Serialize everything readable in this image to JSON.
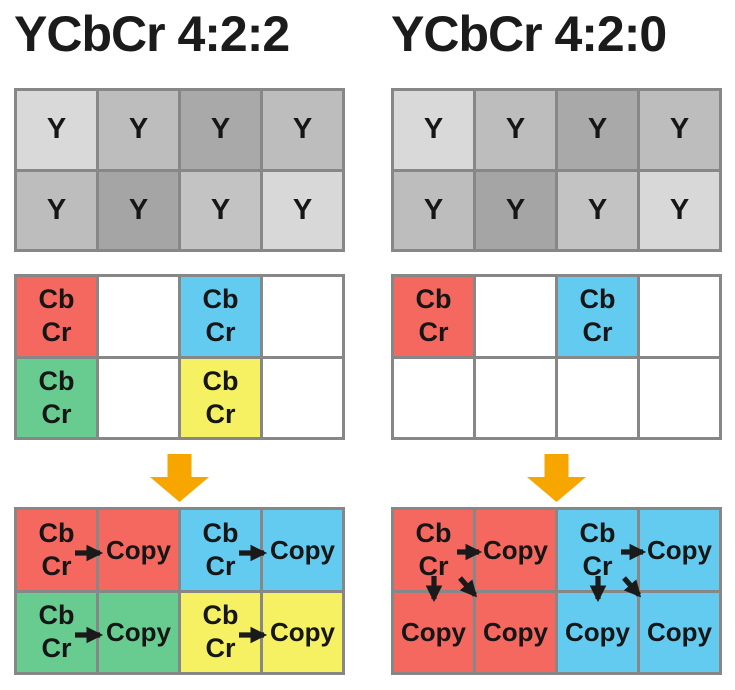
{
  "colors": {
    "red": "#F5685F",
    "cyan": "#63CBF0",
    "green": "#68CC90",
    "yellow": "#F5F163",
    "white": "#FFFFFF",
    "grid_border": "#878787",
    "downsample_arrow": "#F7A600",
    "copy_arrow": "#1A1A1A"
  },
  "panels": [
    {
      "title": "YCbCr 4:2:2",
      "y_grid": {
        "cells": [
          {
            "label": "Y",
            "color": "#D9D9D9"
          },
          {
            "label": "Y",
            "color": "#BDBDBD"
          },
          {
            "label": "Y",
            "color": "#A9A9A9"
          },
          {
            "label": "Y",
            "color": "#BDBDBD"
          },
          {
            "label": "Y",
            "color": "#BDBDBD"
          },
          {
            "label": "Y",
            "color": "#A5A5A5"
          },
          {
            "label": "Y",
            "color": "#C3C3C3"
          },
          {
            "label": "Y",
            "color": "#D8D8D8"
          }
        ]
      },
      "chroma_grid": {
        "cells": [
          {
            "line1": "Cb",
            "line2": "Cr",
            "color": "#F5685F"
          },
          {
            "line1": "",
            "line2": "",
            "color": "#FFFFFF"
          },
          {
            "line1": "Cb",
            "line2": "Cr",
            "color": "#63CBF0"
          },
          {
            "line1": "",
            "line2": "",
            "color": "#FFFFFF"
          },
          {
            "line1": "Cb",
            "line2": "Cr",
            "color": "#68CC90"
          },
          {
            "line1": "",
            "line2": "",
            "color": "#FFFFFF"
          },
          {
            "line1": "Cb",
            "line2": "Cr",
            "color": "#F5F163"
          },
          {
            "line1": "",
            "line2": "",
            "color": "#FFFFFF"
          }
        ]
      },
      "arrow": {
        "name": "downsample-arrow",
        "color": "#F7A600"
      },
      "result_grid": {
        "cells": [
          {
            "line1": "Cb",
            "line2": "Cr",
            "color": "#F5685F"
          },
          {
            "label": "Copy",
            "color": "#F5685F"
          },
          {
            "line1": "Cb",
            "line2": "Cr",
            "color": "#63CBF0"
          },
          {
            "label": "Copy",
            "color": "#63CBF0"
          },
          {
            "line1": "Cb",
            "line2": "Cr",
            "color": "#68CC90"
          },
          {
            "label": "Copy",
            "color": "#68CC90"
          },
          {
            "line1": "Cb",
            "line2": "Cr",
            "color": "#F5F163"
          },
          {
            "label": "Copy",
            "color": "#F5F163"
          }
        ],
        "arrows": [
          {
            "dir": "right"
          },
          {
            "dir": "right"
          },
          {
            "dir": "right"
          },
          {
            "dir": "right"
          }
        ]
      }
    },
    {
      "title": "YCbCr 4:2:0",
      "y_grid": {
        "cells": [
          {
            "label": "Y",
            "color": "#D9D9D9"
          },
          {
            "label": "Y",
            "color": "#BDBDBD"
          },
          {
            "label": "Y",
            "color": "#A9A9A9"
          },
          {
            "label": "Y",
            "color": "#BDBDBD"
          },
          {
            "label": "Y",
            "color": "#BDBDBD"
          },
          {
            "label": "Y",
            "color": "#A5A5A5"
          },
          {
            "label": "Y",
            "color": "#C3C3C3"
          },
          {
            "label": "Y",
            "color": "#D8D8D8"
          }
        ]
      },
      "chroma_grid": {
        "cells": [
          {
            "line1": "Cb",
            "line2": "Cr",
            "color": "#F5685F"
          },
          {
            "line1": "",
            "line2": "",
            "color": "#FFFFFF"
          },
          {
            "line1": "Cb",
            "line2": "Cr",
            "color": "#63CBF0"
          },
          {
            "line1": "",
            "line2": "",
            "color": "#FFFFFF"
          },
          {
            "line1": "",
            "line2": "",
            "color": "#FFFFFF"
          },
          {
            "line1": "",
            "line2": "",
            "color": "#FFFFFF"
          },
          {
            "line1": "",
            "line2": "",
            "color": "#FFFFFF"
          },
          {
            "line1": "",
            "line2": "",
            "color": "#FFFFFF"
          }
        ]
      },
      "arrow": {
        "name": "downsample-arrow",
        "color": "#F7A600"
      },
      "result_grid": {
        "cells": [
          {
            "line1": "Cb",
            "line2": "Cr",
            "color": "#F5685F"
          },
          {
            "label": "Copy",
            "color": "#F5685F"
          },
          {
            "line1": "Cb",
            "line2": "Cr",
            "color": "#63CBF0"
          },
          {
            "label": "Copy",
            "color": "#63CBF0"
          },
          {
            "label": "Copy",
            "color": "#F5685F"
          },
          {
            "label": "Copy",
            "color": "#F5685F"
          },
          {
            "label": "Copy",
            "color": "#63CBF0"
          },
          {
            "label": "Copy",
            "color": "#63CBF0"
          }
        ],
        "arrows": [
          {
            "dir": "right"
          },
          {
            "dir": "down"
          },
          {
            "dir": "diagonal"
          },
          {
            "dir": "right"
          },
          {
            "dir": "down"
          },
          {
            "dir": "diagonal"
          }
        ]
      }
    }
  ]
}
